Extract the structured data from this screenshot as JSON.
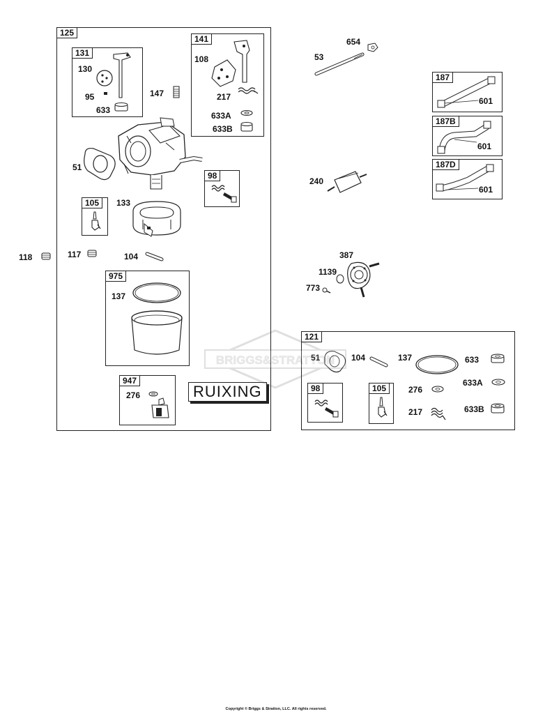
{
  "assemblies": {
    "carburetor": {
      "tab": "125",
      "throttle_shaft_kit": {
        "tab": "131",
        "parts": [
          "130",
          "95",
          "633"
        ]
      },
      "choke_kit": {
        "tab": "141",
        "parts": [
          "108",
          "217",
          "633A",
          "633B"
        ]
      },
      "parts": [
        "147",
        "51",
        "133",
        "117",
        "104"
      ],
      "needle_kit": {
        "tab": "105"
      },
      "screw_kit": {
        "tab": "98"
      },
      "bowl_kit": {
        "tab": "975",
        "parts": [
          "137"
        ]
      },
      "solenoid_kit": {
        "tab": "947",
        "parts": [
          "276"
        ]
      },
      "stamp": "RUIXING"
    },
    "outside_parts": [
      "118"
    ],
    "top_parts": [
      "654",
      "53"
    ],
    "fuel_lines": [
      {
        "tab": "187",
        "part": "601"
      },
      {
        "tab": "187B",
        "part": "601"
      },
      {
        "tab": "187D",
        "part": "601"
      }
    ],
    "filter": {
      "part": "240"
    },
    "fuel_pump": {
      "parts": [
        "387",
        "1139",
        "773"
      ]
    },
    "gasket_kit": {
      "tab": "121",
      "parts": [
        "51",
        "104",
        "137",
        "633",
        "633A",
        "633B",
        "276",
        "217"
      ],
      "screw_kit": {
        "tab": "98"
      },
      "needle_kit": {
        "tab": "105"
      }
    }
  },
  "watermark": "BRIGGS&STRATTON",
  "footer": "Copyright © Briggs & Stratton, LLC. All rights reserved."
}
